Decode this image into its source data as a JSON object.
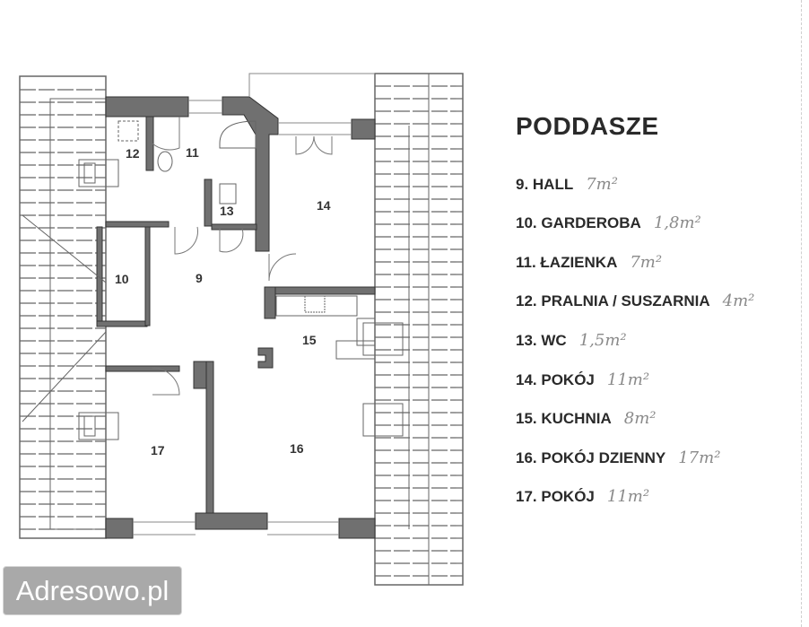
{
  "title": "PODDASZE",
  "rooms": [
    {
      "number": "9",
      "name": "9. HALL",
      "area": "7m²"
    },
    {
      "number": "10",
      "name": "10. GARDEROBA",
      "area": "1,8m²"
    },
    {
      "number": "11",
      "name": "11. ŁAZIENKA",
      "area": "7m²"
    },
    {
      "number": "12",
      "name": "12. PRALNIA / SUSZARNIA",
      "area": "4m²"
    },
    {
      "number": "13",
      "name": "13. WC",
      "area": "1,5m²"
    },
    {
      "number": "14",
      "name": "14. POKÓJ",
      "area": "11m²"
    },
    {
      "number": "15",
      "name": "15. KUCHNIA",
      "area": "8m²"
    },
    {
      "number": "16",
      "name": "16. POKÓJ DZIENNY",
      "area": "17m²"
    },
    {
      "number": "17",
      "name": "17. POKÓJ",
      "area": "11m²"
    }
  ],
  "watermark": "Adresowo.pl",
  "colors": {
    "wall": "#6f6f6f",
    "line": "#555555",
    "watermark_bg": "#a9a9a9"
  }
}
